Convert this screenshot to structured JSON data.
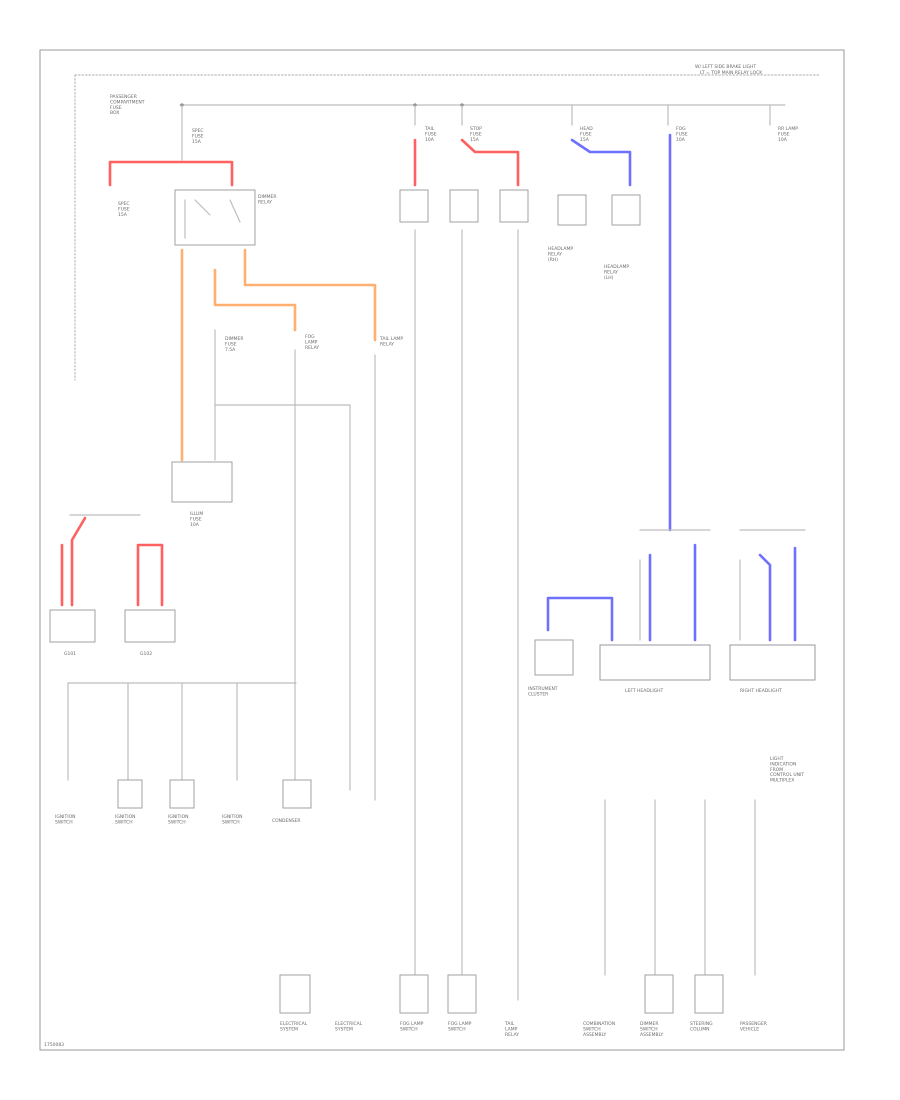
{
  "colors": {
    "wire_default": "#bdbdbd",
    "wire_red": "#ff6060",
    "wire_orange": "#ffb070",
    "wire_blue": "#7070ff",
    "frame": "#9a9a9a"
  },
  "diagram": {
    "header_note": "W/ LEFT SIDE BRAKE LIGHT\nLT = TOP MAIN RELAY LOCK",
    "fuse_box_label": "PASSENGER\nCOMPARTMENT\nFUSE\nBOX",
    "fuse_labels": [
      "SPEC\nFUSE\n15A",
      "TAIL\nFUSE\n10A",
      "STOP\nFUSE\n15A",
      "HEAD\nFUSE\n15A",
      "FOG\nFUSE\n10A",
      "RR LAMP\nFUSE\n10A",
      "DIMMER\nFUSE\n7.5A",
      "ILLUM\nFUSE\n10A"
    ],
    "relay_labels": [
      "DIMMER\nRELAY",
      "HEADLAMP\nRELAY\n(RH)",
      "HEADLAMP\nRELAY\n(LH)",
      "TAIL LAMP\nRELAY",
      "FOG\nLAMP\nRELAY"
    ],
    "ground_labels": [
      "G101",
      "G102"
    ],
    "left_headlight_label": "LEFT HEADLIGHT",
    "right_headlight_label": "RIGHT HEADLIGHT",
    "instrument_cluster_label": "INSTRUMENT\nCLUSTER",
    "side_note": "LIGHT\nINDICATION\nFROM\nCONTROL UNIT\nMULTIPLEX",
    "bottom_labels": [
      "IGNITION\nSWITCH",
      "IGNITION\nSWITCH",
      "IGNITION\nSWITCH",
      "IGNITION\nSWITCH",
      "CONDENSER",
      "ELECTRICAL\nSYSTEM",
      "ELECTRICAL\nSYSTEM",
      "FOG LAMP\nSWITCH",
      "FOG LAMP\nSWITCH",
      "TAIL\nLAMP\nRELAY",
      "COMBINATION\nSWITCH\nASSEMBLY",
      "DIMMER\nSWITCH\nASSEMBLY",
      "STEERING\nCOLUMN",
      "PASSENGER\nVEHICLE"
    ],
    "footer_code": "1750083"
  }
}
